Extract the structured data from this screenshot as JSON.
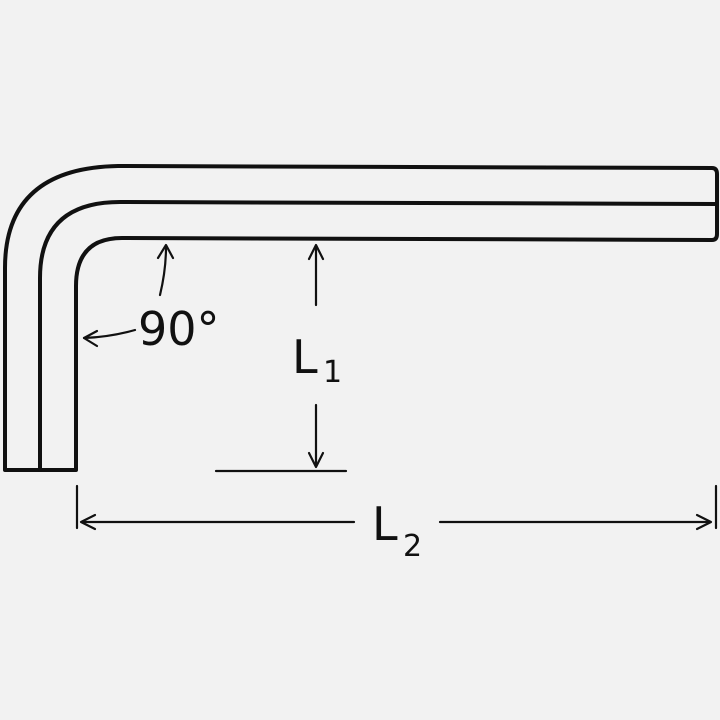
{
  "diagram": {
    "angle_label": "90°",
    "l1_main": "L",
    "l1_sub": "1",
    "l2_main": "L",
    "l2_sub": "2"
  },
  "colors": {
    "background": "#f2f2f2",
    "ink": "#111111"
  }
}
